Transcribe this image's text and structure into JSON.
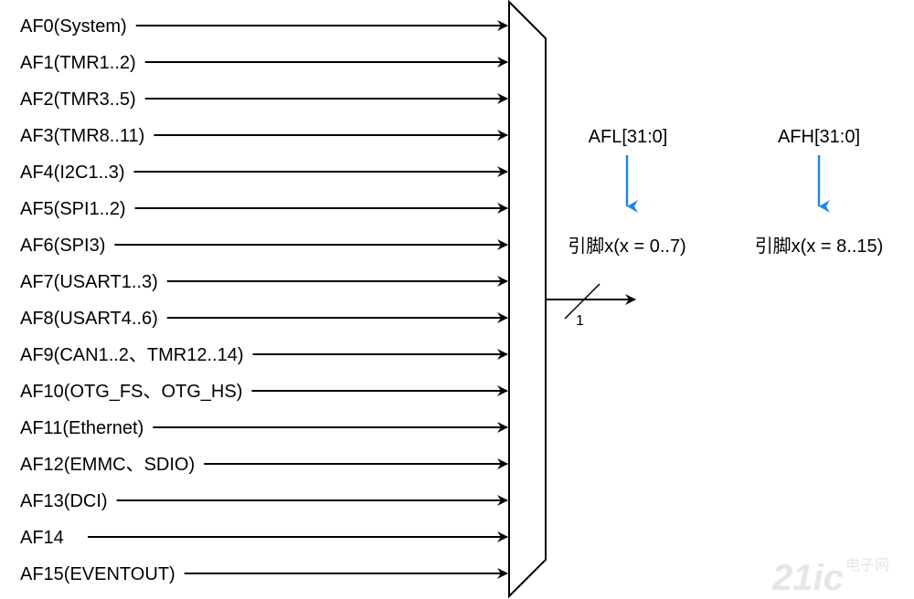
{
  "inputs": [
    "AF0(System)",
    "AF1(TMR1..2)",
    "AF2(TMR3..5)",
    "AF3(TMR8..11)",
    "AF4(I2C1..3)",
    "AF5(SPI1..2)",
    "AF6(SPI3)",
    "AF7(USART1..3)",
    "AF8(USART4..6)",
    "AF9(CAN1..2、TMR12..14)",
    "AF10(OTG_FS、OTG_HS)",
    "AF11(Ethernet)",
    "AF12(EMMC、SDIO)",
    "AF13(DCI)",
    "AF14",
    "AF15(EVENTOUT)"
  ],
  "output": {
    "bus_width_label": "1"
  },
  "registers": [
    {
      "name": "AFL[31:0]",
      "pins": "引脚x(x = 0..7)"
    },
    {
      "name": "AFH[31:0]",
      "pins": "引脚x(x = 8..15)"
    }
  ],
  "colors": {
    "line": "#000000",
    "arrow_blue": "#1e88e5",
    "watermark": "#e6e6e6"
  },
  "watermark": {
    "brand": "21ic",
    "sub": "电子网"
  }
}
